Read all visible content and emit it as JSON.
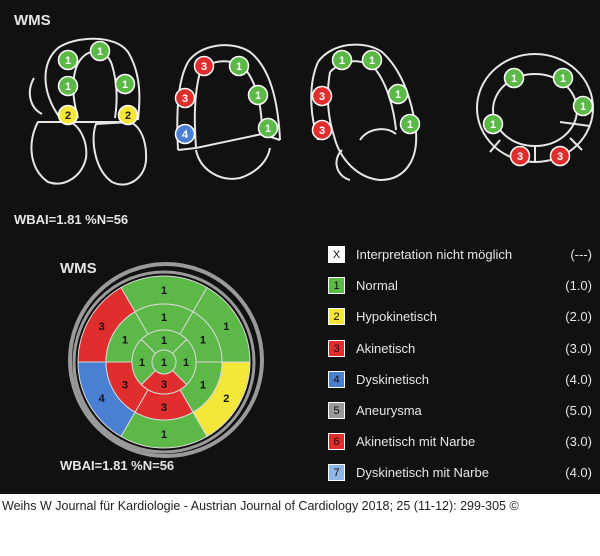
{
  "header": {
    "title": "WMS",
    "wbai_text": "WBAI=1.81 %N=56"
  },
  "views": [
    {
      "name": "view-4ch",
      "segments": [
        "1",
        "1",
        "1",
        "1",
        "2",
        "2"
      ]
    },
    {
      "name": "view-2ch",
      "segments": [
        "3",
        "1",
        "3",
        "1",
        "4",
        "1"
      ]
    },
    {
      "name": "view-3ch",
      "segments": [
        "1",
        "1",
        "3",
        "1",
        "3",
        "1"
      ]
    },
    {
      "name": "view-sax",
      "segments": [
        "1",
        "1",
        "1",
        "1",
        "3",
        "3"
      ]
    }
  ],
  "bullseye": {
    "title": "WMS",
    "wbai_text": "WBAI=1.81 %N=56",
    "segment_labels": {
      "basal": [
        "1",
        "1",
        "2",
        "1",
        "4",
        "3"
      ],
      "mid": [
        "1",
        "1",
        "1",
        "3",
        "3",
        "1"
      ],
      "apical": [
        "1",
        "1",
        "3",
        "1"
      ],
      "apex": "1"
    }
  },
  "legend": [
    {
      "code": "X",
      "label": "Interpretation nicht möglich",
      "value": "(---)",
      "color": "#ffffff"
    },
    {
      "code": "1",
      "label": "Normal",
      "value": "(1.0)",
      "color": "#5db947"
    },
    {
      "code": "2",
      "label": "Hypokinetisch",
      "value": "(2.0)",
      "color": "#f5e63a"
    },
    {
      "code": "3",
      "label": "Akinetisch",
      "value": "(3.0)",
      "color": "#e02d2d"
    },
    {
      "code": "4",
      "label": "Dyskinetisch",
      "value": "(4.0)",
      "color": "#4a7fd1"
    },
    {
      "code": "5",
      "label": "Aneurysma",
      "value": "(5.0)",
      "color": "#9a9a9a"
    },
    {
      "code": "6",
      "label": "Akinetisch mit Narbe",
      "value": "(3.0)",
      "color": "#e02d2d"
    },
    {
      "code": "7",
      "label": "Dyskinetisch mit Narbe",
      "value": "(4.0)",
      "color": "#8fb4e6"
    }
  ],
  "colors": {
    "1": "#5db947",
    "2": "#f5e63a",
    "3": "#e02d2d",
    "4": "#4a7fd1",
    "ring": "#9a9a9a"
  },
  "footer": "Weihs W Journal für Kardiologie - Austrian Journal of Cardiology 2018; 25 (11-12): 299-305 ©"
}
